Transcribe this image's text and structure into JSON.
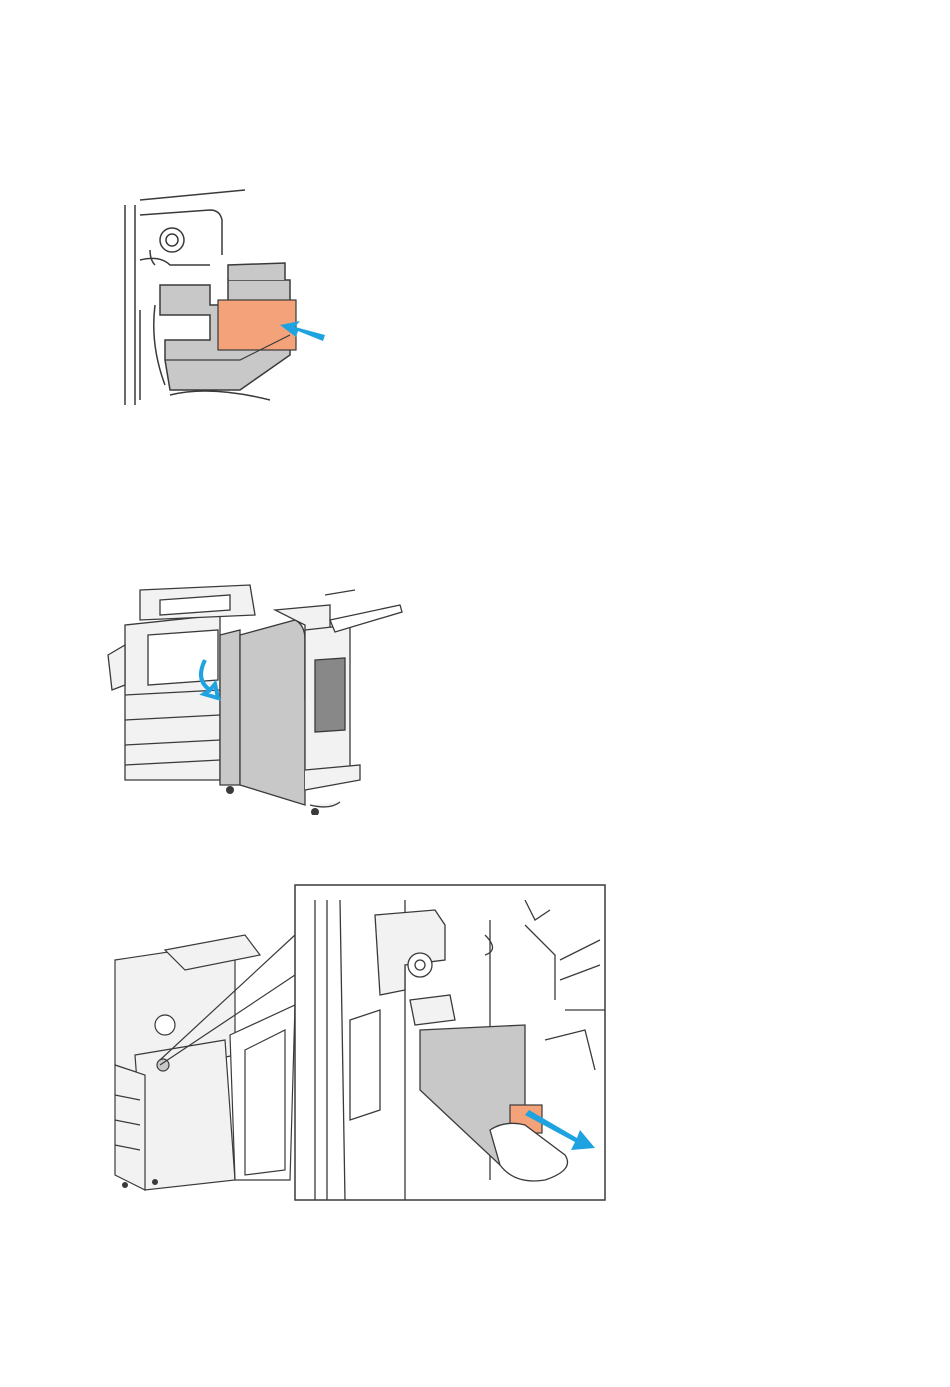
{
  "figures": [
    {
      "id": "fig1",
      "description_key": "cartridge-insert",
      "accent_color": "#f4a27a",
      "arrow_color": "#1fa3e0"
    },
    {
      "id": "fig2",
      "description_key": "printer-with-finisher-door",
      "arrow_color": "#1fa3e0"
    },
    {
      "id": "fig3",
      "description_key": "finisher-open-cartridge-remove",
      "accent_color": "#f4a27a",
      "arrow_color": "#1fa3e0"
    }
  ],
  "colors": {
    "line": "#3a3a3a",
    "gray_fill": "#c8c8c8",
    "light_fill": "#f2f2f2",
    "orange": "#f4a27a",
    "blue": "#1fa3e0"
  }
}
